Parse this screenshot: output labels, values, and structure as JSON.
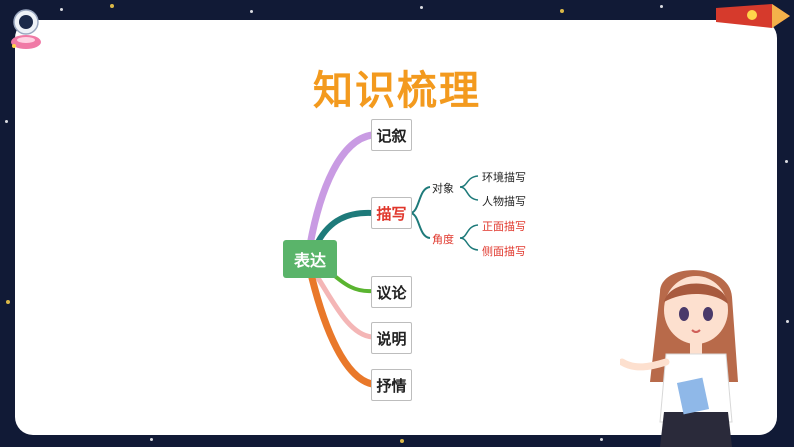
{
  "title": "知识梳理",
  "mindmap": {
    "center": "表达",
    "branches": [
      "记叙",
      "描写",
      "议论",
      "说明",
      "抒情"
    ],
    "describe": {
      "object_label": "对象",
      "object_items": [
        "环境描写",
        "人物描写"
      ],
      "angle_label": "角度",
      "angle_items": [
        "正面描写",
        "侧面描写"
      ]
    }
  },
  "colors": {
    "title": "#f39a1e",
    "center_node": "#5ab46a",
    "branch_jixu": "#c99be3",
    "branch_miaoxie": "#1e7a7a",
    "branch_yilun": "#5ab430",
    "branch_shuoming": "#f4b6b6",
    "branch_shuqing": "#e9782a",
    "highlight_text": "#e0362b",
    "background": "#111a36"
  }
}
